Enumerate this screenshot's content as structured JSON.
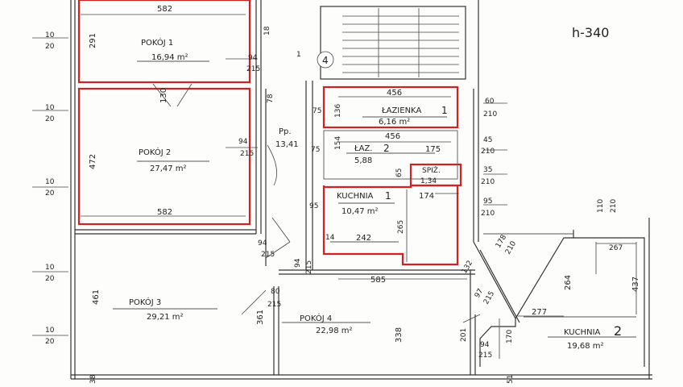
{
  "plan": {
    "note": "h-340",
    "stair_mark": "4",
    "stair_dims": [
      "18",
      "1"
    ],
    "highlight_color": "#d42020",
    "line_color": "#333333",
    "rooms": {
      "pokoj1": {
        "name": "POKÓJ 1",
        "area": "16,94 m²",
        "width": "582",
        "height": "291"
      },
      "pokoj2": {
        "name": "POKÓJ 2",
        "area": "27,47 m²",
        "height": "472",
        "width": "582",
        "door": "130"
      },
      "pokoj3": {
        "name": "POKÓJ 3",
        "area": "29,21 m²",
        "height": "461"
      },
      "pokoj4": {
        "name": "POKÓJ 4",
        "area": "22,98 m²",
        "width": "585",
        "height": "338",
        "left_height": "361"
      },
      "przedpokoj": {
        "name": "Pp.",
        "area": "13,41",
        "dim": "78"
      },
      "lazienka1": {
        "name": "ŁAZIENKA",
        "num": "1",
        "area": "6,16 m²",
        "width": "456",
        "height": "136"
      },
      "laz2": {
        "name": "ŁAZ.",
        "num": "2",
        "area": "5,88",
        "width": "456",
        "height": "154",
        "dim": "175",
        "small": "65"
      },
      "spiz": {
        "name": "SPIŻ.",
        "area": "1,34"
      },
      "kuchnia1": {
        "name": "KUCHNIA",
        "num": "1",
        "area": "10,47 m²",
        "width": "242",
        "height": "265",
        "dim": "174",
        "left": "14"
      },
      "kuchnia2": {
        "name": "KUCHNIA",
        "num": "2",
        "area": "19,68 m²",
        "width": "277",
        "top_width": "267",
        "height_right": "437",
        "height_inner": "264",
        "height_left": "170",
        "corridor": "201"
      }
    },
    "doors": {
      "d1": {
        "w": "94",
        "h": "215"
      },
      "d2": {
        "w": "94",
        "h": "215"
      },
      "d3": {
        "w": "94",
        "h": "215"
      },
      "d4": {
        "w": "80",
        "h": "215"
      },
      "d5": {
        "w": "94",
        "h": "215"
      },
      "d6": {
        "w": "94",
        "h": "215"
      },
      "d7": {
        "w": "178",
        "h": "210"
      },
      "d8": {
        "w": "97",
        "h": "215"
      },
      "lz1": {
        "w": "60",
        "h": "210"
      },
      "lz2": {
        "w": "45",
        "h": "210"
      },
      "sp": {
        "w": "35",
        "h": "210"
      },
      "k1": {
        "w": "95",
        "h": "210"
      },
      "k2": {
        "w": "110",
        "h": "210"
      },
      "side_a": {
        "w": "75"
      },
      "side_b": {
        "w": "75"
      },
      "side_c": {
        "w": "95"
      },
      "kb": {
        "w": "132"
      }
    },
    "windows": [
      {
        "a": "10",
        "b": "20"
      },
      {
        "a": "10",
        "b": "20"
      },
      {
        "a": "10",
        "b": "20"
      },
      {
        "a": "10",
        "b": "20"
      },
      {
        "a": "10",
        "b": "20"
      }
    ],
    "bottom_dims": [
      "38",
      "51"
    ]
  }
}
